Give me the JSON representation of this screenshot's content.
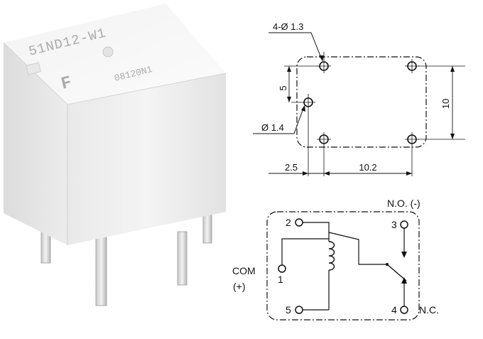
{
  "photo": {
    "model_marking": "51ND12-W1",
    "date_code": "08120N1",
    "logo_letter": "F"
  },
  "dimensions": {
    "hole_spec": "4-Ø 1.3",
    "pin_diameter": "Ø 1.4",
    "pitch_vertical_small": "5",
    "pitch_vertical": "10",
    "offset_horizontal": "2.5",
    "pitch_horizontal": "10.2"
  },
  "schematic": {
    "no_label": "N.O. (-)",
    "nc_label": "N.C.",
    "com_label": "COM",
    "com_polarity": "(+)",
    "pins": [
      "2",
      "3",
      "1",
      "5",
      "4"
    ]
  }
}
